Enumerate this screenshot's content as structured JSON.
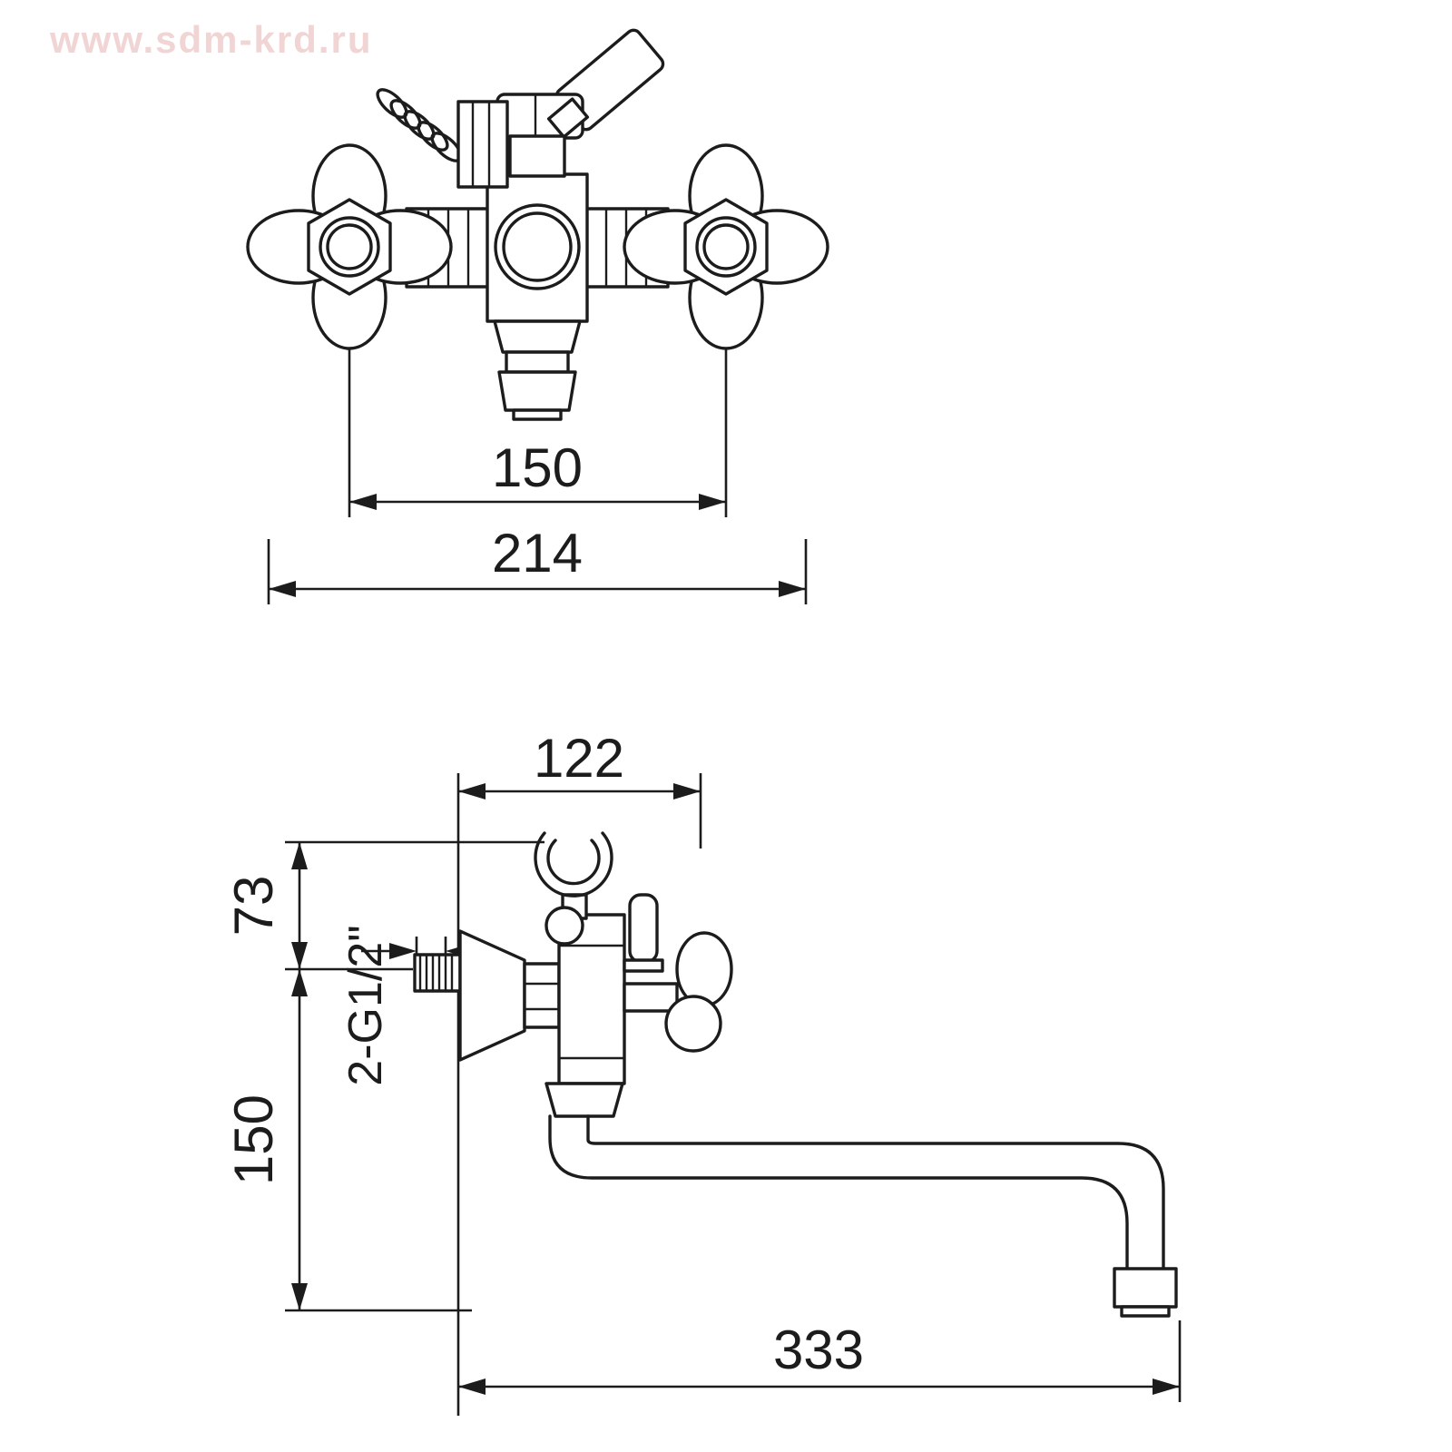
{
  "watermark": {
    "text": "www.sdm-krd.ru"
  },
  "dims": {
    "front_handle_spacing": "150",
    "front_overall_width": "214",
    "side_depth": "122",
    "side_top_height": "73",
    "side_drop_height": "150",
    "side_reach": "333",
    "thread_label": "2-G1/2\""
  },
  "drawing": {
    "line_color": "#1c1c1c",
    "background": "#ffffff",
    "subject": "wall-mounted bath mixer faucet, front and side dimensional views"
  }
}
